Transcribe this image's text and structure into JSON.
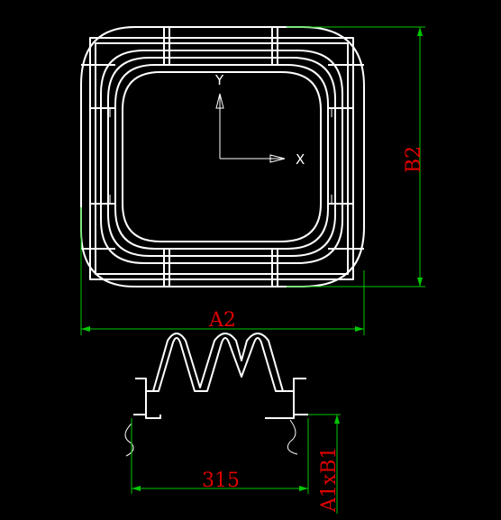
{
  "dimensions": {
    "overall_width": "A2",
    "overall_height": "B2",
    "base_width": "315",
    "opening_size": "A1xB1"
  },
  "axes": {
    "x": "X",
    "y": "Y"
  },
  "colors": {
    "background": "#000000",
    "geometry": "#ffffff",
    "dimension_lines": "#00c800",
    "dimension_text": "#e00000"
  }
}
